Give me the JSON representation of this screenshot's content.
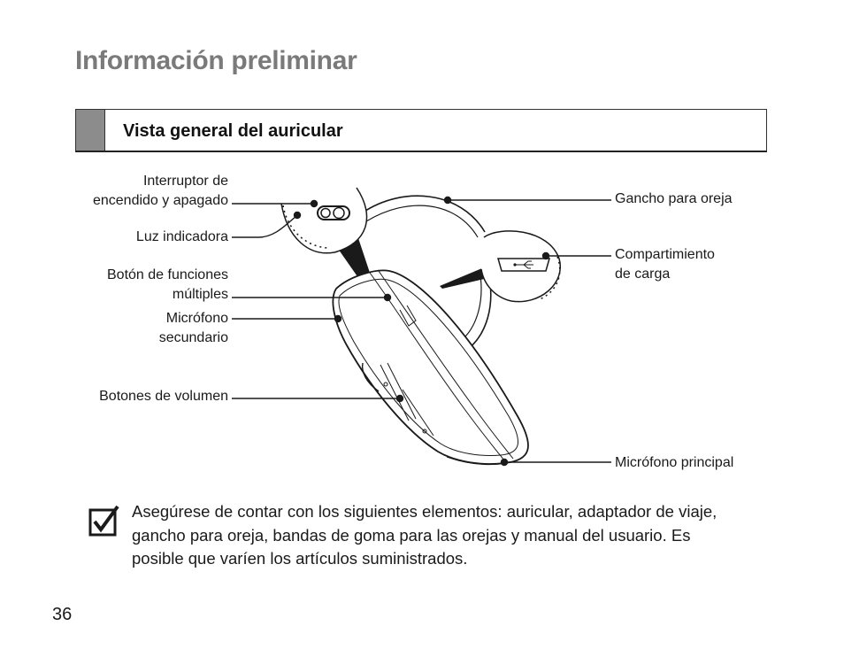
{
  "page": {
    "title": "Información preliminar",
    "section_title": "Vista general del auricular",
    "page_number": "36"
  },
  "diagram": {
    "labels": {
      "power_switch": [
        "Interruptor de",
        "encendido y apagado"
      ],
      "indicator_light": "Luz indicadora",
      "multifunction_button": [
        "Botón de funciones",
        "múltiples"
      ],
      "secondary_mic": [
        "Micrófono",
        "secundario"
      ],
      "volume_buttons": "Botones de volumen",
      "ear_hook": "Gancho para oreja",
      "charging_port": [
        "Compartimiento",
        "de carga"
      ],
      "main_mic": "Micrófono principal"
    }
  },
  "note": {
    "icon": "checkmark-box-icon",
    "text": "Asegúrese de contar con los siguientes elementos: auricular, adaptador de viaje, gancho para oreja, bandas de goma para las orejas y manual del usuario. Es posible que varíen los artículos suministrados."
  },
  "colors": {
    "title": "#7a7a7a",
    "header_tab": "#8c8c8c",
    "line": "#1a1a1a"
  }
}
